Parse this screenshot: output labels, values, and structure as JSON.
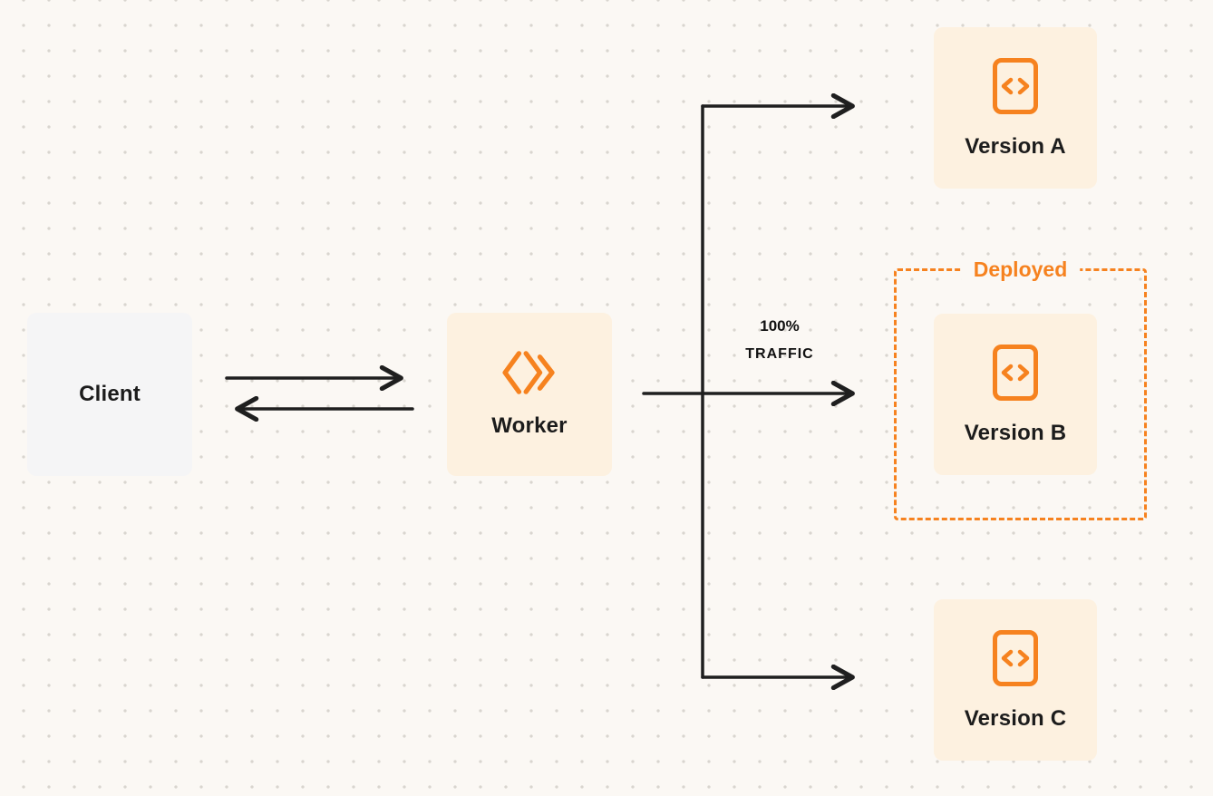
{
  "diagram": {
    "nodes": {
      "client": {
        "label": "Client"
      },
      "worker": {
        "label": "Worker"
      },
      "version_a": {
        "label": "Version A"
      },
      "version_b": {
        "label": "Version B"
      },
      "version_c": {
        "label": "Version C"
      }
    },
    "annotations": {
      "deployed": "Deployed",
      "traffic_percent": "100%",
      "traffic_word": "TRAFFIC"
    },
    "edges": [
      {
        "from": "client",
        "to": "worker",
        "type": "arrow-right"
      },
      {
        "from": "worker",
        "to": "client",
        "type": "arrow-left"
      },
      {
        "from": "worker",
        "to": "version_a",
        "type": "arrow-right"
      },
      {
        "from": "worker",
        "to": "version_b",
        "type": "arrow-right",
        "label": "100% TRAFFIC"
      },
      {
        "from": "worker",
        "to": "version_c",
        "type": "arrow-right"
      }
    ],
    "colors": {
      "background": "#fbf8f4",
      "dot": "#d9d5cf",
      "orange": "#f6821f",
      "node_fill": "#fdf1e0",
      "client_fill": "#f5f5f6",
      "arrow": "#1f1f1f",
      "text": "#1c1c1c"
    }
  }
}
